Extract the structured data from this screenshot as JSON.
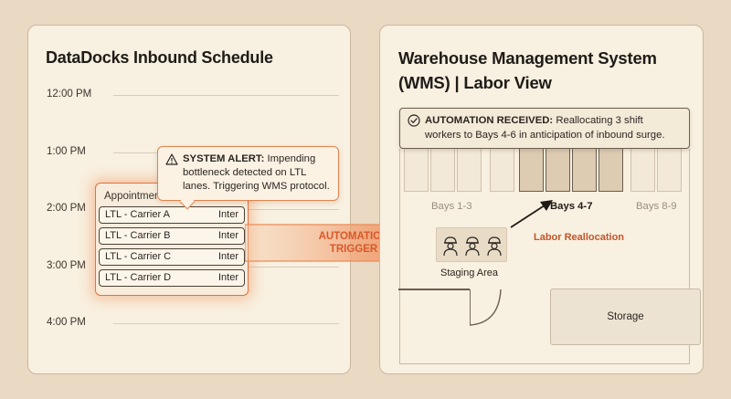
{
  "left_panel": {
    "title": "DataDocks Inbound Schedule",
    "times": [
      "12:00 PM",
      "1:00 PM",
      "2:00 PM",
      "3:00 PM",
      "4:00 PM"
    ],
    "appointment": {
      "title": "Appointments",
      "carriers": [
        {
          "name": "LTL - Carrier A",
          "tag": "Inter"
        },
        {
          "name": "LTL - Carrier B",
          "tag": "Inter"
        },
        {
          "name": "LTL - Carrier C",
          "tag": "Inter"
        },
        {
          "name": "LTL - Carrier D",
          "tag": "Inter"
        }
      ]
    },
    "alert": {
      "prefix": "SYSTEM ALERT:",
      "message": "Impending bottleneck detected on LTL lanes. Triggering WMS protocol.",
      "icon": "warning-triangle-icon"
    }
  },
  "trigger": {
    "line1": "AUTOMATION",
    "line2": "TRIGGER"
  },
  "right_panel": {
    "title_line1": "Warehouse Management System",
    "title_line2": "(WMS) | Labor View",
    "banner": {
      "prefix": "AUTOMATION RECEIVED:",
      "message": "Reallocating 3 shift workers to Bays 4-6 in anticipation of inbound surge.",
      "icon": "check-circle-icon"
    },
    "bay_groups": [
      "Bays 1-3",
      "Bays 4-7",
      "Bays 8-9"
    ],
    "staging_label": "Staging Area",
    "worker_count": 3,
    "worker_icon": "worker-hardhat-icon",
    "reallocation_label": "Labor Reallocation",
    "storage_label": "Storage"
  },
  "colors": {
    "background": "#ead9c3",
    "panel": "#f8f0e0",
    "accent_orange": "#e1733f",
    "trigger_text": "#d9582a",
    "reallocation_text": "#c4552a"
  }
}
